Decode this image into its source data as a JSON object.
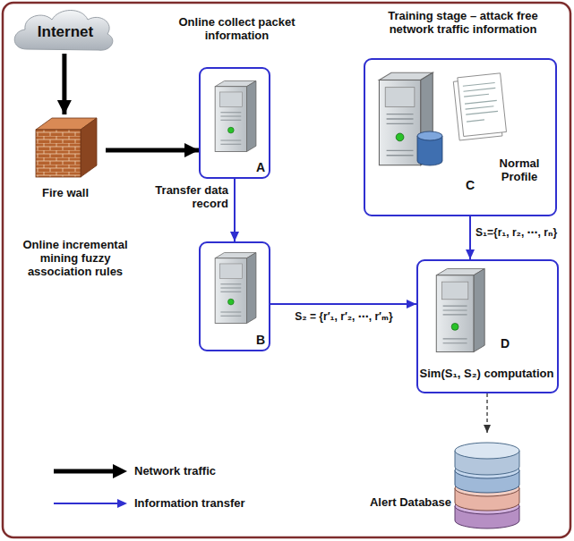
{
  "diagram": {
    "nodes": [
      {
        "text": [
          "Internet"
        ]
      },
      {
        "text": [
          "Fire wall"
        ]
      },
      {
        "text": [
          "Online collect packet information",
          "A"
        ]
      },
      {
        "text": [
          "Online incremental mining fuzzy association rules",
          "B"
        ]
      },
      {
        "text": [
          "Training stage – attack free network traffic information",
          "Normal Profile",
          "C"
        ]
      },
      {
        "text": [
          "D",
          "Sim(S₁, S₂) computation"
        ]
      },
      {
        "text": [
          "Alert Database"
        ]
      }
    ],
    "edges": [
      {
        "from": 0,
        "to": 1,
        "arrow": "to"
      },
      {
        "from": 1,
        "to": 2,
        "arrow": "to"
      },
      {
        "from": 2,
        "to": 3,
        "arrow": "to",
        "label": "Transfer data record"
      },
      {
        "from": 3,
        "to": 5,
        "arrow": "to",
        "label": "S₂ = {r′₁, r′₂, ⋯, r′ₘ}"
      },
      {
        "from": 4,
        "to": 5,
        "arrow": "to",
        "label": "S₁={r₁, r₂, ⋯, rₙ}"
      },
      {
        "from": 5,
        "to": 6,
        "arrow": "to"
      }
    ],
    "legend": [
      {
        "text": "Network traffic"
      },
      {
        "text": "Information transfer"
      }
    ]
  }
}
